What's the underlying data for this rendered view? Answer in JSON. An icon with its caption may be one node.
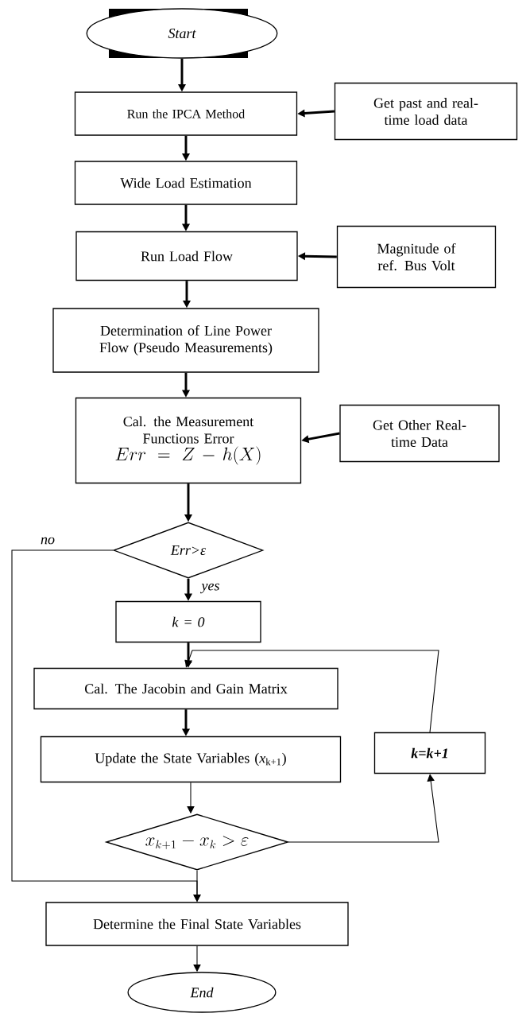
{
  "diagram": {
    "nodes": [
      {
        "text": [
          "Start"
        ]
      },
      {
        "text": [
          "Run the IPCA Method"
        ]
      },
      {
        "text": [
          "Get past and real-time load data"
        ]
      },
      {
        "text": [
          "Wide Load Estimation"
        ]
      },
      {
        "text": [
          "Run Load Flow"
        ]
      },
      {
        "text": [
          "Magnitude of ref. Bus Volt"
        ]
      },
      {
        "text": [
          "Determination of Line Power Flow (Pseudo Measurements)"
        ]
      },
      {
        "text": [
          "Cal. the Measurement Functions Error",
          "Err = Z - h(X)"
        ]
      },
      {
        "text": [
          "Get Other Real-time Data"
        ]
      },
      {
        "text": [
          "Err>ε"
        ]
      },
      {
        "text": [
          "k = 0"
        ]
      },
      {
        "text": [
          "Cal. The Jacobin and Gain Matrix"
        ]
      },
      {
        "text": [
          "Update the State Variables (*x*$_{k+1}$)"
        ]
      },
      {
        "text": [
          "k=k+1"
        ]
      },
      {
        "text": [
          "x_{k+1} - x_k > \\varepsilon"
        ]
      },
      {
        "text": [
          "Determine the Final State Variables"
        ]
      },
      {
        "text": [
          "End"
        ]
      }
    ],
    "edges": [
      {
        "from": 0,
        "to": 1,
        "arrow": "to"
      },
      {
        "from": 2,
        "to": 1,
        "arrow": "to"
      },
      {
        "from": 1,
        "to": 3,
        "arrow": "to"
      },
      {
        "from": 3,
        "to": 4,
        "arrow": "to"
      },
      {
        "from": 5,
        "to": 4,
        "arrow": "to"
      },
      {
        "from": 4,
        "to": 6,
        "arrow": "to"
      },
      {
        "from": 6,
        "to": 7,
        "arrow": "to"
      },
      {
        "from": 8,
        "to": 7,
        "arrow": "to"
      },
      {
        "from": 7,
        "to": 9,
        "arrow": "to"
      },
      {
        "from": 9,
        "to": 10,
        "arrow": "to",
        "label": "yes"
      },
      {
        "from": 10,
        "to": 11,
        "arrow": "to"
      },
      {
        "from": 11,
        "to": 12,
        "arrow": "to"
      },
      {
        "from": 12,
        "to": 14,
        "arrow": "to"
      },
      {
        "from": 14,
        "to": 13,
        "arrow": "to"
      },
      {
        "from": 13,
        "to": 11,
        "arrow": "to"
      },
      {
        "from": 9,
        "to": 15,
        "arrow": "to",
        "label": "no"
      },
      {
        "from": 14,
        "to": 15,
        "arrow": "to"
      },
      {
        "from": 15,
        "to": 16,
        "arrow": "to"
      }
    ]
  }
}
